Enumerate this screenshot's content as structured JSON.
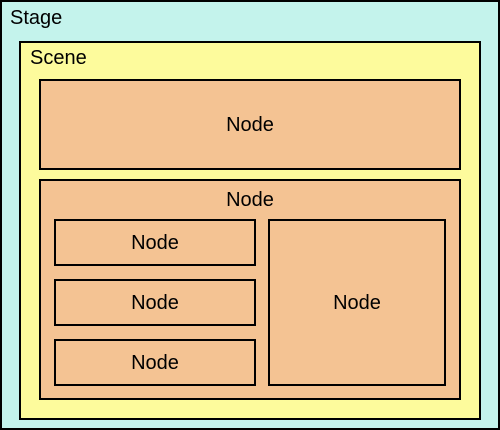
{
  "colors": {
    "stage_fill": "#c4f3ec",
    "scene_fill": "#fdfb9c",
    "node_fill": "#f4c393",
    "border": "#000000"
  },
  "stage": {
    "label": "Stage"
  },
  "scene": {
    "label": "Scene"
  },
  "nodes": {
    "top": {
      "label": "Node"
    },
    "group": {
      "label": "Node",
      "children": [
        {
          "label": "Node"
        },
        {
          "label": "Node"
        },
        {
          "label": "Node"
        },
        {
          "label": "Node"
        }
      ]
    }
  }
}
